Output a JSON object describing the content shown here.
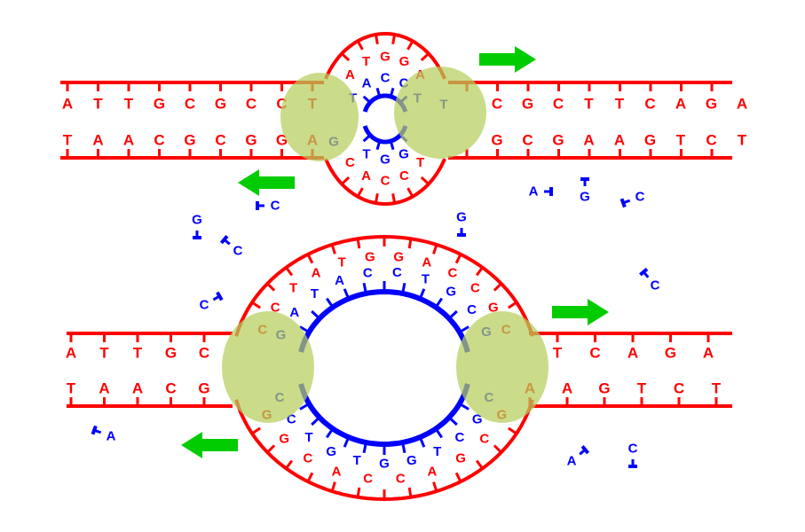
{
  "colors": {
    "template": "#ff0000",
    "new_strand": "#0000ff",
    "enzyme": "#b5cf5c",
    "arrow": "#00cc00"
  },
  "top": {
    "top_left": [
      "A",
      "T",
      "T",
      "G",
      "C",
      "G",
      "C",
      "C",
      "T"
    ],
    "top_right": [
      "C",
      "G",
      "C",
      "T",
      "T",
      "C",
      "A",
      "G",
      "A"
    ],
    "bottom_left": [
      "T",
      "A",
      "A",
      "C",
      "G",
      "C",
      "G",
      "G",
      "A"
    ],
    "bottom_right": [
      "G",
      "C",
      "G",
      "A",
      "A",
      "G",
      "T",
      "C",
      "T"
    ],
    "loop_upper_red": [
      "A",
      "T",
      "G",
      "G",
      "A"
    ],
    "loop_upper_blue": [
      "T",
      "A",
      "C",
      "C",
      "T"
    ],
    "loop_lower_red": [
      "C",
      "A",
      "C",
      "C",
      "T"
    ],
    "loop_lower_blue": [
      "T",
      "G",
      "G"
    ],
    "hidden_blue": [
      "G",
      "T"
    ]
  },
  "bottom": {
    "top_left": [
      "A",
      "T",
      "T",
      "G",
      "C"
    ],
    "top_right": [
      "T",
      "C",
      "A",
      "G",
      "A"
    ],
    "bottom_left": [
      "T",
      "A",
      "A",
      "C",
      "G"
    ],
    "bottom_right": [
      "A",
      "A",
      "G",
      "T",
      "C",
      "T"
    ],
    "loop_upper_red": [
      "C",
      "C",
      "T",
      "A",
      "T",
      "G",
      "G",
      "A",
      "C",
      "C",
      "G",
      "C"
    ],
    "loop_upper_blue": [
      "G",
      "A",
      "T",
      "A",
      "C",
      "C",
      "T",
      "G",
      "C",
      "G"
    ],
    "loop_lower_red": [
      "G",
      "G",
      "C",
      "A",
      "C",
      "C",
      "A",
      "G",
      "C",
      "G"
    ],
    "loop_lower_blue": [
      "C",
      "C",
      "T",
      "G",
      "T",
      "G",
      "G",
      "T",
      "C",
      "G",
      "C"
    ]
  },
  "free_nucleotides": [
    "A",
    "G",
    "C",
    "C",
    "G",
    "G",
    "C",
    "C",
    "C",
    "A",
    "A",
    "C"
  ]
}
